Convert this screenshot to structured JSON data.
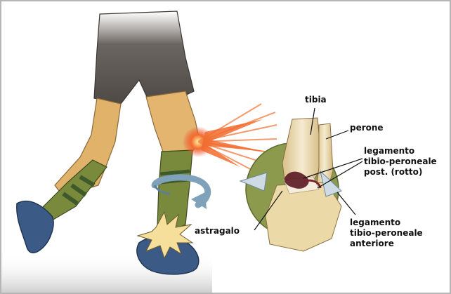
{
  "labels": {
    "tibia": "tibia",
    "perone": "perone",
    "lig_post": [
      "legamento",
      "tibio-peroneale",
      "post. (rotto)"
    ],
    "astragalo": "astragalo",
    "lig_ant": [
      "legamento",
      "tibio-peroneale",
      "anteriore"
    ]
  },
  "colors": {
    "frame_border": "#b5b5b5",
    "shorts": "#5a5550",
    "sock_green": "#7a8a3c",
    "sock_stripe": "#3e5a2a",
    "skin": "#e3b56e",
    "boot_blue": "#3b5a86",
    "impact_red": "#e9452a",
    "inset_circle": "#8c9a4e",
    "bone": "#efe0b4",
    "injury_dark": "#5a1a22",
    "twist_arrow": "#7fa1ba"
  },
  "icons": {
    "knee_impact": "impact-burst-icon",
    "ankle_impact": "impact-burst-icon",
    "rotation": "twist-arrow-icon"
  }
}
